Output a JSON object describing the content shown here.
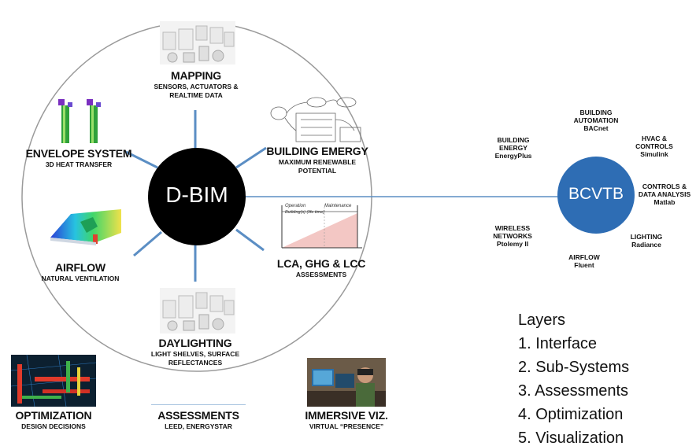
{
  "center": {
    "label": "D-BIM"
  },
  "hub": {
    "label": "BCVTB"
  },
  "nodes": {
    "mapping": {
      "title": "MAPPING",
      "sub1": "SENSORS, ACTUATORS &",
      "sub2": "REALTIME DATA"
    },
    "envelope": {
      "title": "ENVELOPE SYSTEM",
      "sub1": "3D HEAT TRANSFER"
    },
    "energy": {
      "title": "BUILDING EMERGY",
      "sub1": "MAXIMUM RENEWABLE",
      "sub2": "POTENTIAL"
    },
    "airflow": {
      "title": "AIRFLOW",
      "sub1": "NATURAL VENTILATION"
    },
    "lca": {
      "title": "LCA, GHG & LCC",
      "sub1": "ASSESSMENTS"
    },
    "daylighting": {
      "title": "DAYLIGHTING",
      "sub1": "LIGHT SHELVES, SURFACE",
      "sub2": "REFLECTANCES"
    },
    "optimization": {
      "title": "OPTIMIZATION",
      "sub1": "DESIGN DECISIONS"
    },
    "assessments": {
      "title": "ASSESSMENTS",
      "sub1": "LEED, ENERGYSTAR"
    },
    "immersive": {
      "title": "IMMERSIVE VIZ.",
      "sub1": "VIRTUAL “PRESENCE”"
    }
  },
  "lca_chart": {
    "label1": "Operation",
    "label2": "Maintenance",
    "label3": "Building(s) (life time)"
  },
  "bcvtb_nodes": {
    "automation": [
      "BUILDING",
      "AUTOMATION",
      "BACnet"
    ],
    "building_energy": [
      "BUILDING",
      "ENERGY",
      "EnergyPlus"
    ],
    "hvac": [
      "HVAC &",
      "CONTROLS",
      "Simulink"
    ],
    "controls": [
      "CONTROLS &",
      "DATA ANALYSIS",
      "Matlab"
    ],
    "wireless": [
      "WIRELESS",
      "NETWORKS",
      "Ptolemy II"
    ],
    "lighting": [
      "LIGHTING",
      "Radiance"
    ],
    "airflow": [
      "AIRFLOW",
      "Fluent"
    ]
  },
  "layers": {
    "heading": "Layers",
    "items": [
      "1. Interface",
      "2. Sub-Systems",
      "3. Assessments",
      "4. Optimization",
      "5. Visualization"
    ]
  },
  "colors": {
    "center": "#000000",
    "hub": "#2e6db4",
    "connector": "#5b8ec4",
    "ring": "#9a9a9a"
  }
}
